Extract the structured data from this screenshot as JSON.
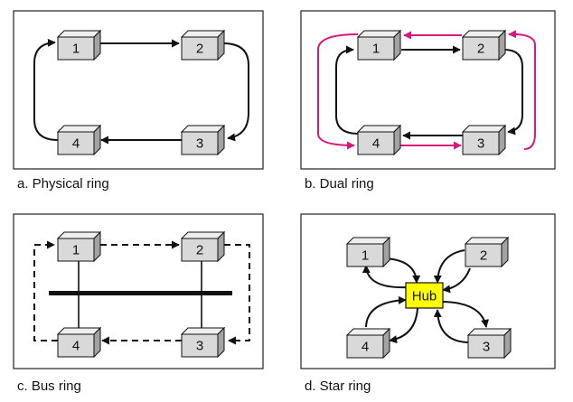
{
  "panels": [
    {
      "caption": "a. Physical ring",
      "nodes": [
        "1",
        "2",
        "3",
        "4"
      ]
    },
    {
      "caption": "b. Dual ring",
      "nodes": [
        "1",
        "2",
        "3",
        "4"
      ],
      "secondary_ring_color": "#d6197a"
    },
    {
      "caption": "c. Bus ring",
      "nodes": [
        "1",
        "2",
        "3",
        "4"
      ]
    },
    {
      "caption": "d. Star ring",
      "nodes": [
        "1",
        "2",
        "3",
        "4"
      ],
      "hub": {
        "label": "Hub",
        "color": "#ffff00"
      }
    }
  ],
  "colors": {
    "node_front": "#d9d9d9",
    "node_top": "#efefef",
    "node_side": "#a3a3a3",
    "line": "#111111",
    "frame": "#222222"
  }
}
